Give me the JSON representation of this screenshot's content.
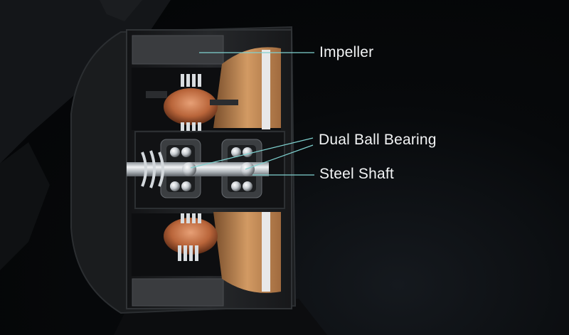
{
  "callouts": {
    "impeller": "Impeller",
    "bearing": "Dual Ball Bearing",
    "shaft": "Steel Shaft"
  },
  "colors": {
    "background": "#050607",
    "housing": "#1c1e20",
    "housing_edge": "#2d3033",
    "magnet": "#c8874f",
    "copper": "#b9653a",
    "metal": "#c9ced3",
    "leader_line": "#7fd2d0",
    "label_text": "#f2f4f5"
  }
}
